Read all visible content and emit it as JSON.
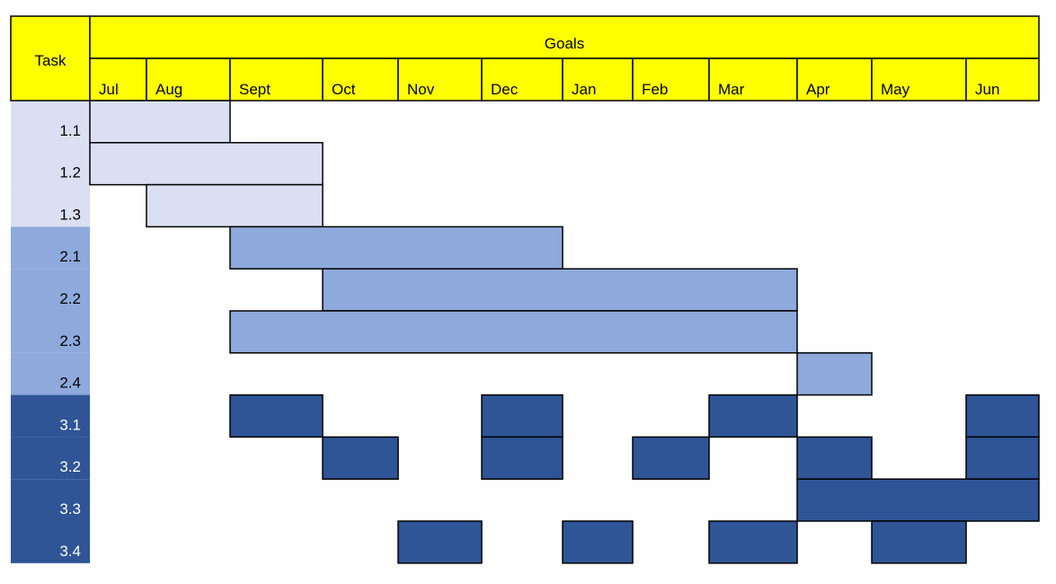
{
  "chart_data": {
    "type": "gantt",
    "header_label": "Goals",
    "task_column_label": "Task",
    "months": [
      "Jul",
      "Aug",
      "Sept",
      "Oct",
      "Nov",
      "Dec",
      "Jan",
      "Feb",
      "Mar",
      "Apr",
      "May",
      "Jun"
    ],
    "colors": {
      "header": "#FFFF00",
      "group1": "#DAE0F2",
      "group2": "#8EA9DB",
      "group3": "#2F5597"
    },
    "tasks": [
      {
        "id": "1.1",
        "group": 1,
        "spans": [
          [
            0,
            1
          ]
        ]
      },
      {
        "id": "1.2",
        "group": 1,
        "spans": [
          [
            0,
            2
          ]
        ]
      },
      {
        "id": "1.3",
        "group": 1,
        "spans": [
          [
            1,
            2
          ]
        ]
      },
      {
        "id": "2.1",
        "group": 2,
        "spans": [
          [
            2,
            5
          ]
        ]
      },
      {
        "id": "2.2",
        "group": 2,
        "spans": [
          [
            3,
            8
          ]
        ]
      },
      {
        "id": "2.3",
        "group": 2,
        "spans": [
          [
            2,
            8
          ]
        ]
      },
      {
        "id": "2.4",
        "group": 2,
        "spans": [
          [
            9,
            9
          ]
        ]
      },
      {
        "id": "3.1",
        "group": 3,
        "spans": [
          [
            2,
            2
          ],
          [
            5,
            5
          ],
          [
            8,
            8
          ],
          [
            11,
            11
          ]
        ]
      },
      {
        "id": "3.2",
        "group": 3,
        "spans": [
          [
            3,
            3
          ],
          [
            5,
            5
          ],
          [
            7,
            7
          ],
          [
            9,
            9
          ],
          [
            11,
            11
          ]
        ]
      },
      {
        "id": "3.3",
        "group": 3,
        "spans": [
          [
            9,
            11
          ]
        ]
      },
      {
        "id": "3.4",
        "group": 3,
        "spans": [
          [
            4,
            4
          ],
          [
            6,
            6
          ],
          [
            8,
            8
          ],
          [
            10,
            10
          ]
        ]
      }
    ]
  }
}
